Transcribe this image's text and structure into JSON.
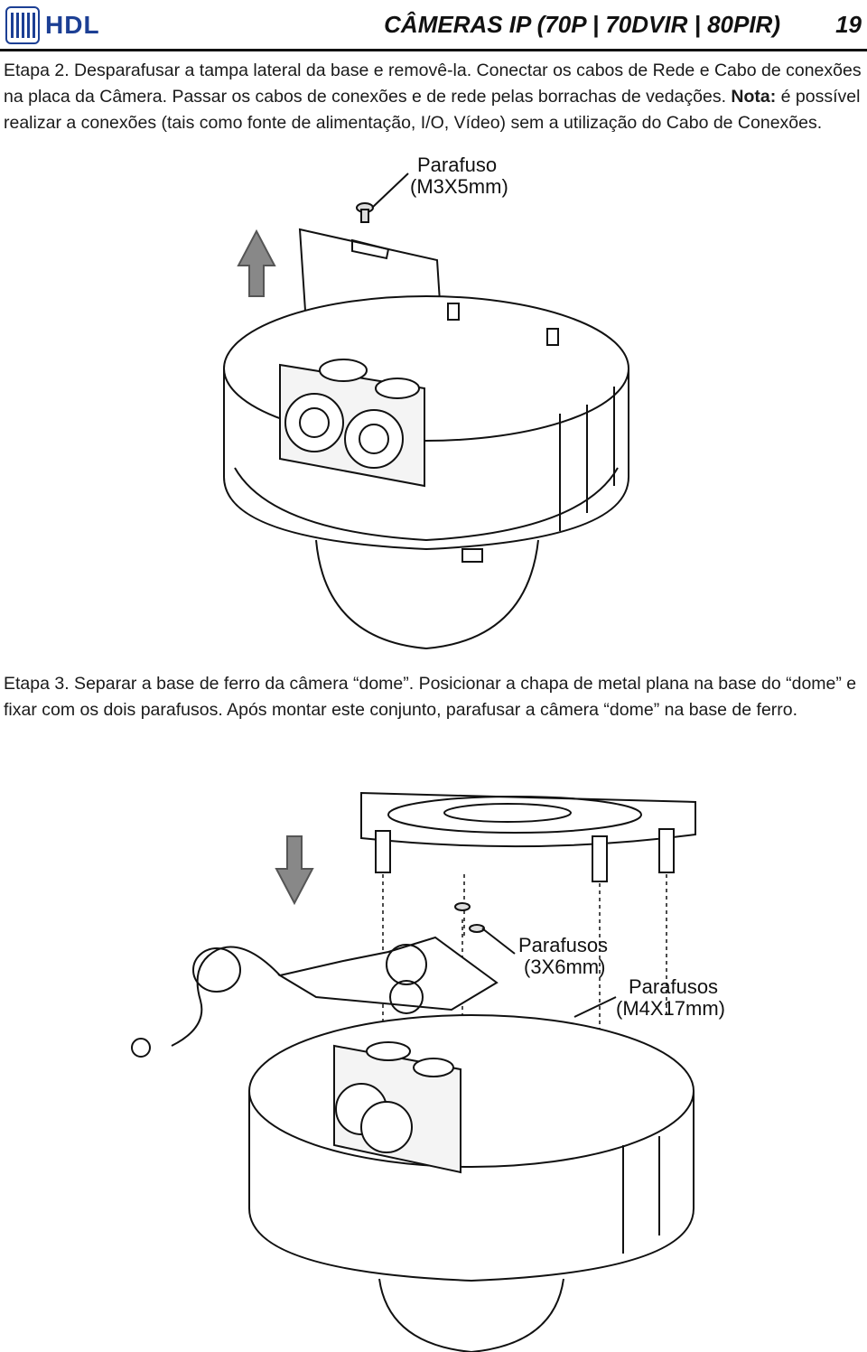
{
  "header": {
    "logo_text": "HDL",
    "title": "CÂMERAS IP (70P | 70DVIR | 80PIR)",
    "page_number": "19"
  },
  "step2": {
    "text_a": "Etapa 2. Desparafusar a tampa lateral da base e removê-la. Conectar os cabos de Rede e Cabo de conexões na placa da Câmera. Passar os cabos de conexões e de rede pelas borrachas de vedações.",
    "note_label": "Nota:",
    "text_b": "é possível realizar a conexões (tais como fonte de alimentação, I/O, Vídeo) sem a utilização do Cabo de Conexões.",
    "figure": {
      "callout_line1": "Parafuso",
      "callout_line2": "(M3X5mm)",
      "arrow": "up-arrow-icon"
    }
  },
  "step3": {
    "text": "Etapa 3. Separar a base de ferro da câmera “dome”. Posicionar a chapa de metal plana na base do “dome” e fixar com os dois parafusos. Após montar este conjunto, parafusar a câmera “dome” na base de ferro.",
    "figure": {
      "callout1_line1": "Parafusos",
      "callout1_line2": "(3X6mm)",
      "callout2_line1": "Parafusos",
      "callout2_line2": "(M4X17mm)",
      "arrow": "down-arrow-icon"
    }
  },
  "colors": {
    "logo": "#1c3f94",
    "text": "#1a1a1a",
    "line": "#111111"
  }
}
